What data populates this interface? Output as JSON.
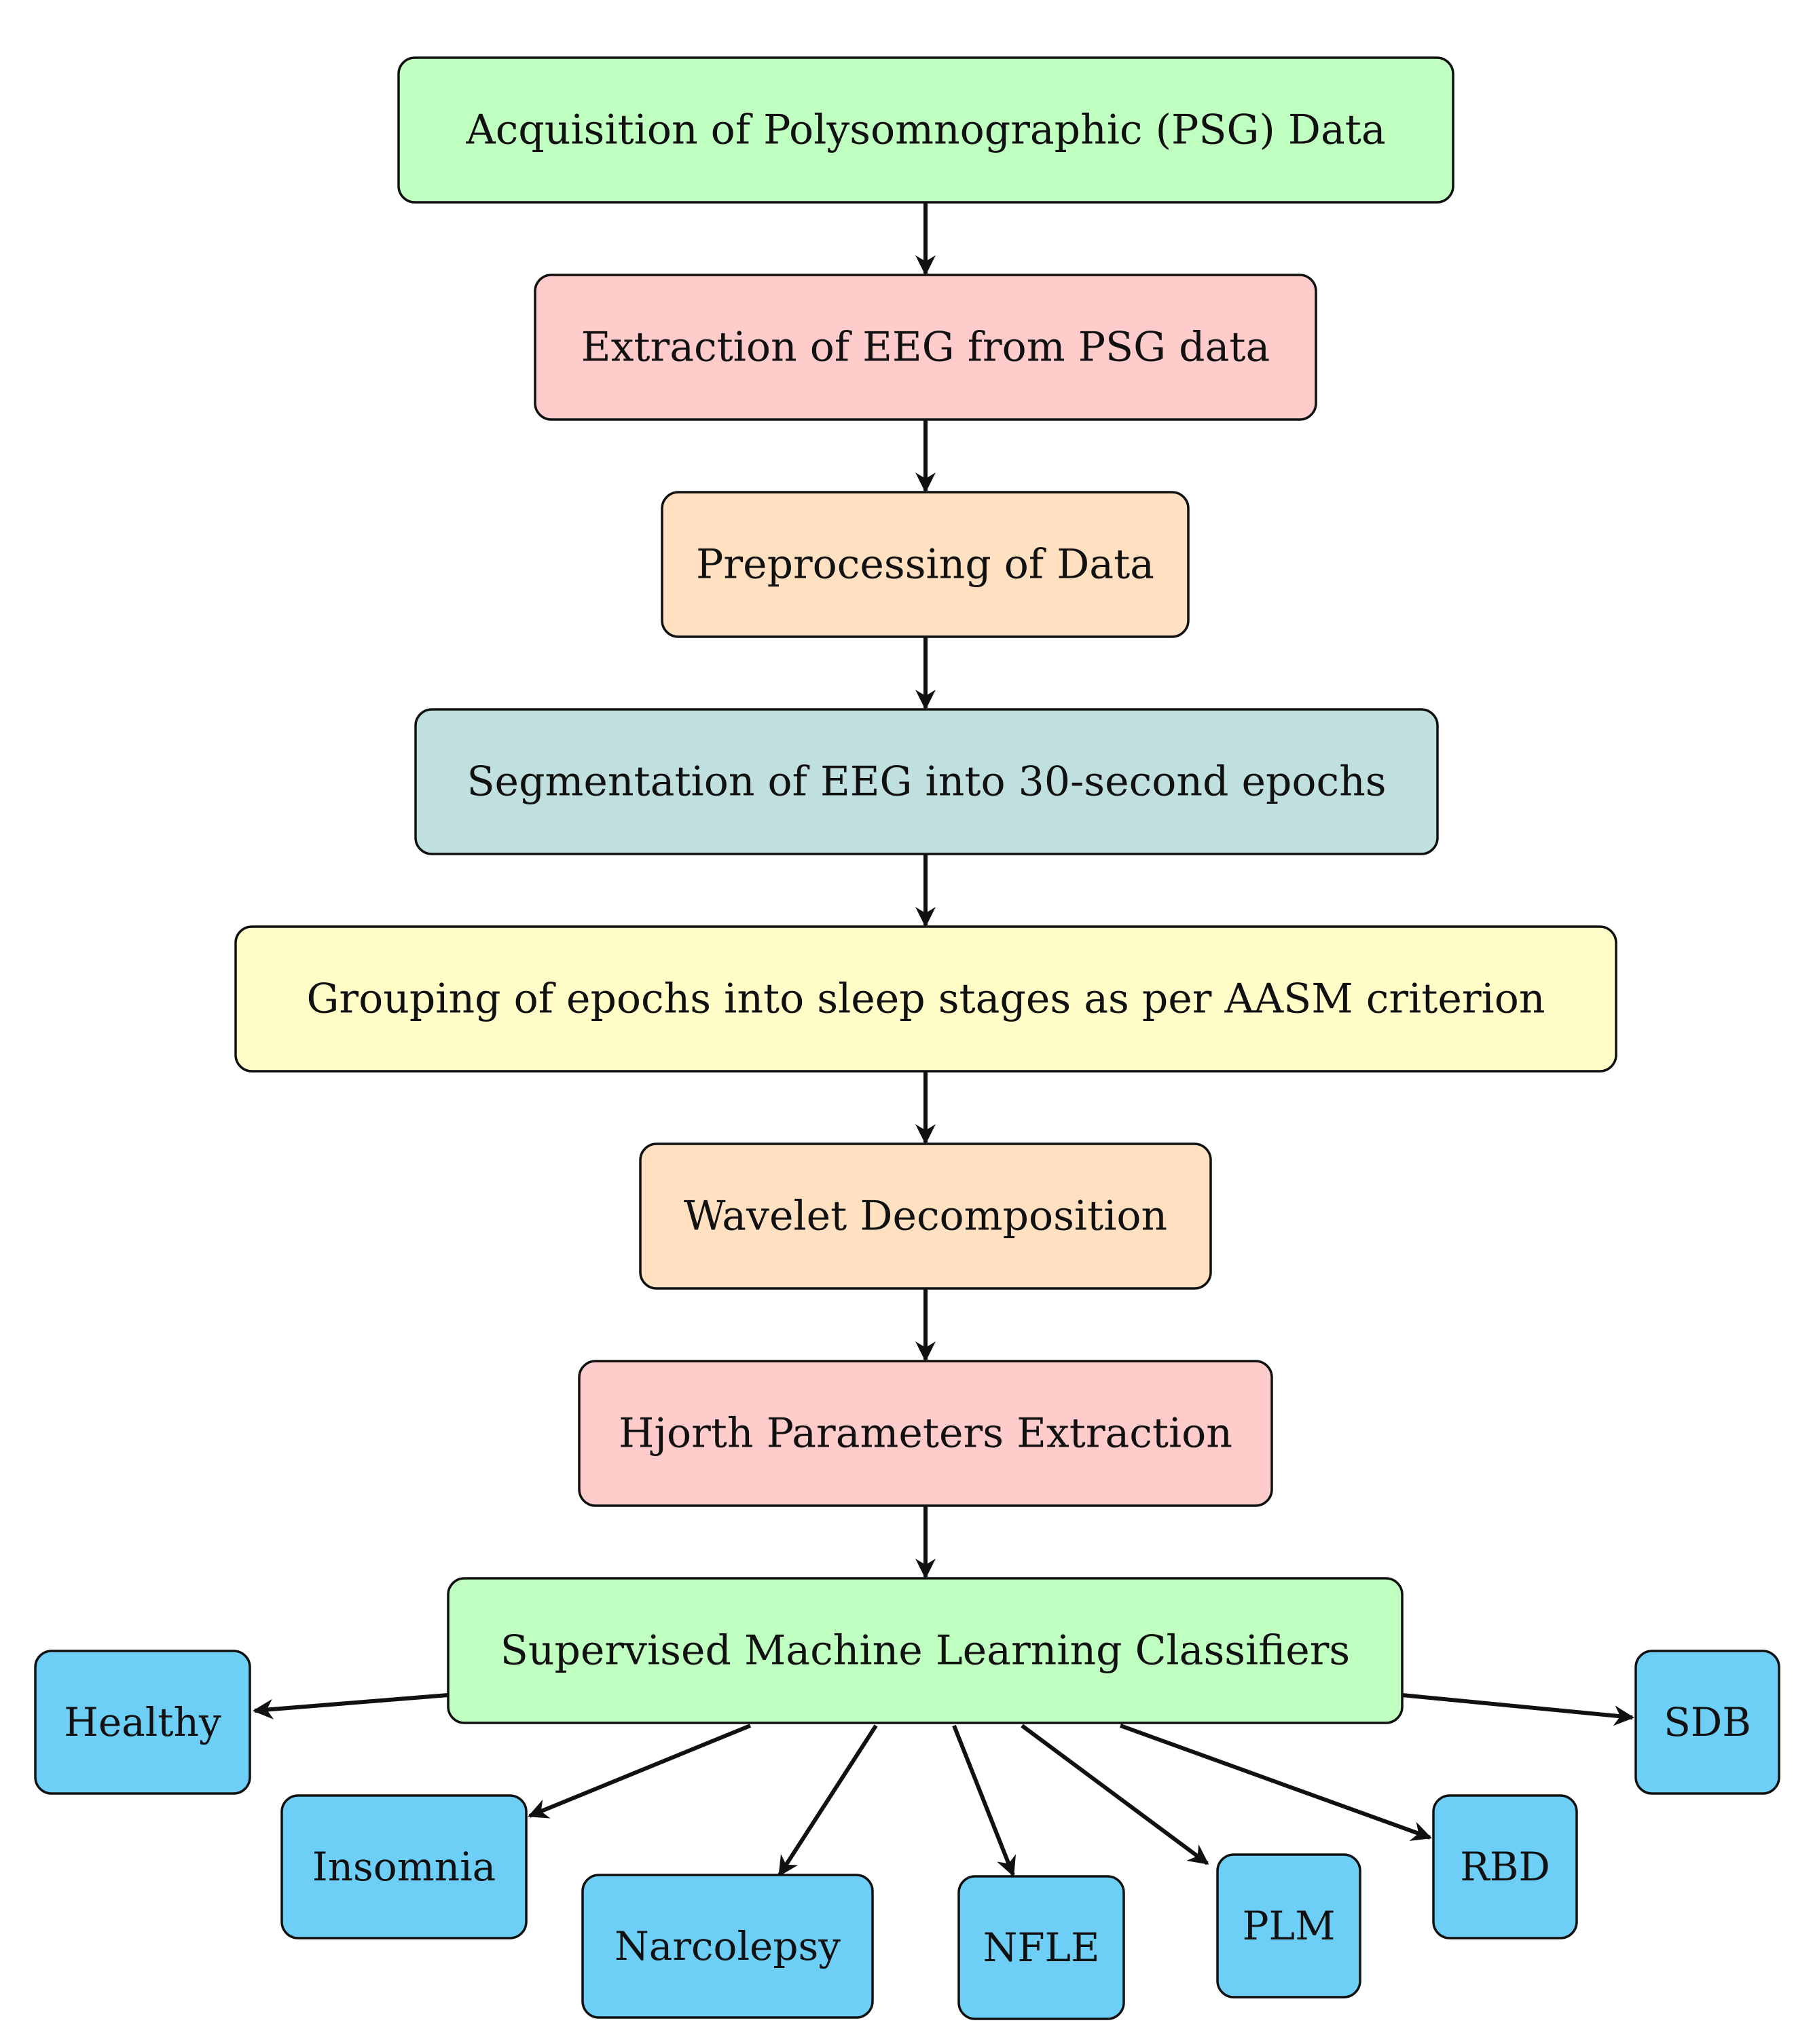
{
  "colors": {
    "green": "#bfffc0",
    "red": "#ffcccc",
    "orange": "#ffe0c0",
    "teal": "#c0e0e0",
    "yellow": "#fffcc8",
    "blue": "#6dcff6",
    "line": "#111111"
  },
  "steps": [
    {
      "id": "acquisition",
      "label": "Acquisition of Polysomnographic (PSG) Data",
      "color": "green"
    },
    {
      "id": "extraction-eeg",
      "label": "Extraction of EEG from PSG data",
      "color": "red"
    },
    {
      "id": "preprocessing",
      "label": "Preprocessing of Data",
      "color": "orange"
    },
    {
      "id": "segmentation",
      "label": "Segmentation of EEG into 30-second epochs",
      "color": "teal"
    },
    {
      "id": "grouping",
      "label": "Grouping of epochs into sleep stages as per AASM criterion",
      "color": "yellow"
    },
    {
      "id": "wavelet",
      "label": "Wavelet Decomposition",
      "color": "orange"
    },
    {
      "id": "hjorth",
      "label": "Hjorth Parameters Extraction",
      "color": "red"
    },
    {
      "id": "classifiers",
      "label": "Supervised Machine Learning Classifiers",
      "color": "green"
    }
  ],
  "classes": [
    {
      "id": "healthy",
      "label": "Healthy"
    },
    {
      "id": "insomnia",
      "label": "Insomnia"
    },
    {
      "id": "narcolepsy",
      "label": "Narcolepsy"
    },
    {
      "id": "nfle",
      "label": "NFLE"
    },
    {
      "id": "plm",
      "label": "PLM"
    },
    {
      "id": "rbd",
      "label": "RBD"
    },
    {
      "id": "sdb",
      "label": "SDB"
    }
  ]
}
